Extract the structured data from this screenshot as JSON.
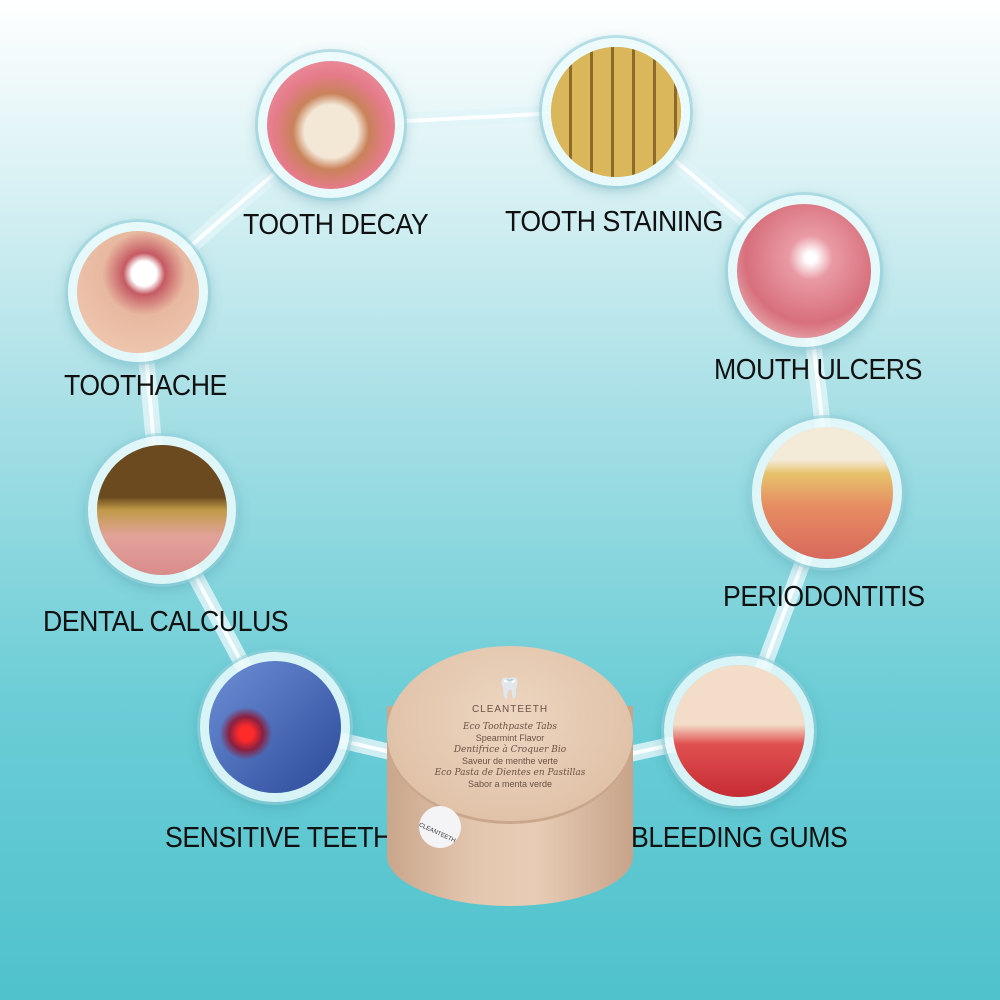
{
  "conditions": [
    {
      "id": "tooth-decay",
      "label": "TOOTH DECAY"
    },
    {
      "id": "tooth-staining",
      "label": "TOOTH STAINING"
    },
    {
      "id": "mouth-ulcers",
      "label": "MOUTH ULCERS"
    },
    {
      "id": "periodontitis",
      "label": "PERIODONTITIS"
    },
    {
      "id": "bleeding-gums",
      "label": "BLEEDING GUMS"
    },
    {
      "id": "toothache",
      "label": "TOOTHACHE"
    },
    {
      "id": "dental-calculus",
      "label": "DENTAL CALCULUS"
    },
    {
      "id": "sensitive-teeth",
      "label": "SENSITIVE TEETH"
    }
  ],
  "product": {
    "brand": "CLEANTEETH",
    "line1": "Eco Toothpaste Tabs",
    "line2": "Spearmint Flavor",
    "line3": "Dentifrice à Croquer Bio",
    "line4": "Saveur de menthe verte",
    "line5": "Eco Pasta de Dientes en Pastillas",
    "line6": "Sabor a menta verde",
    "sticker": "CLEANTEETH"
  }
}
